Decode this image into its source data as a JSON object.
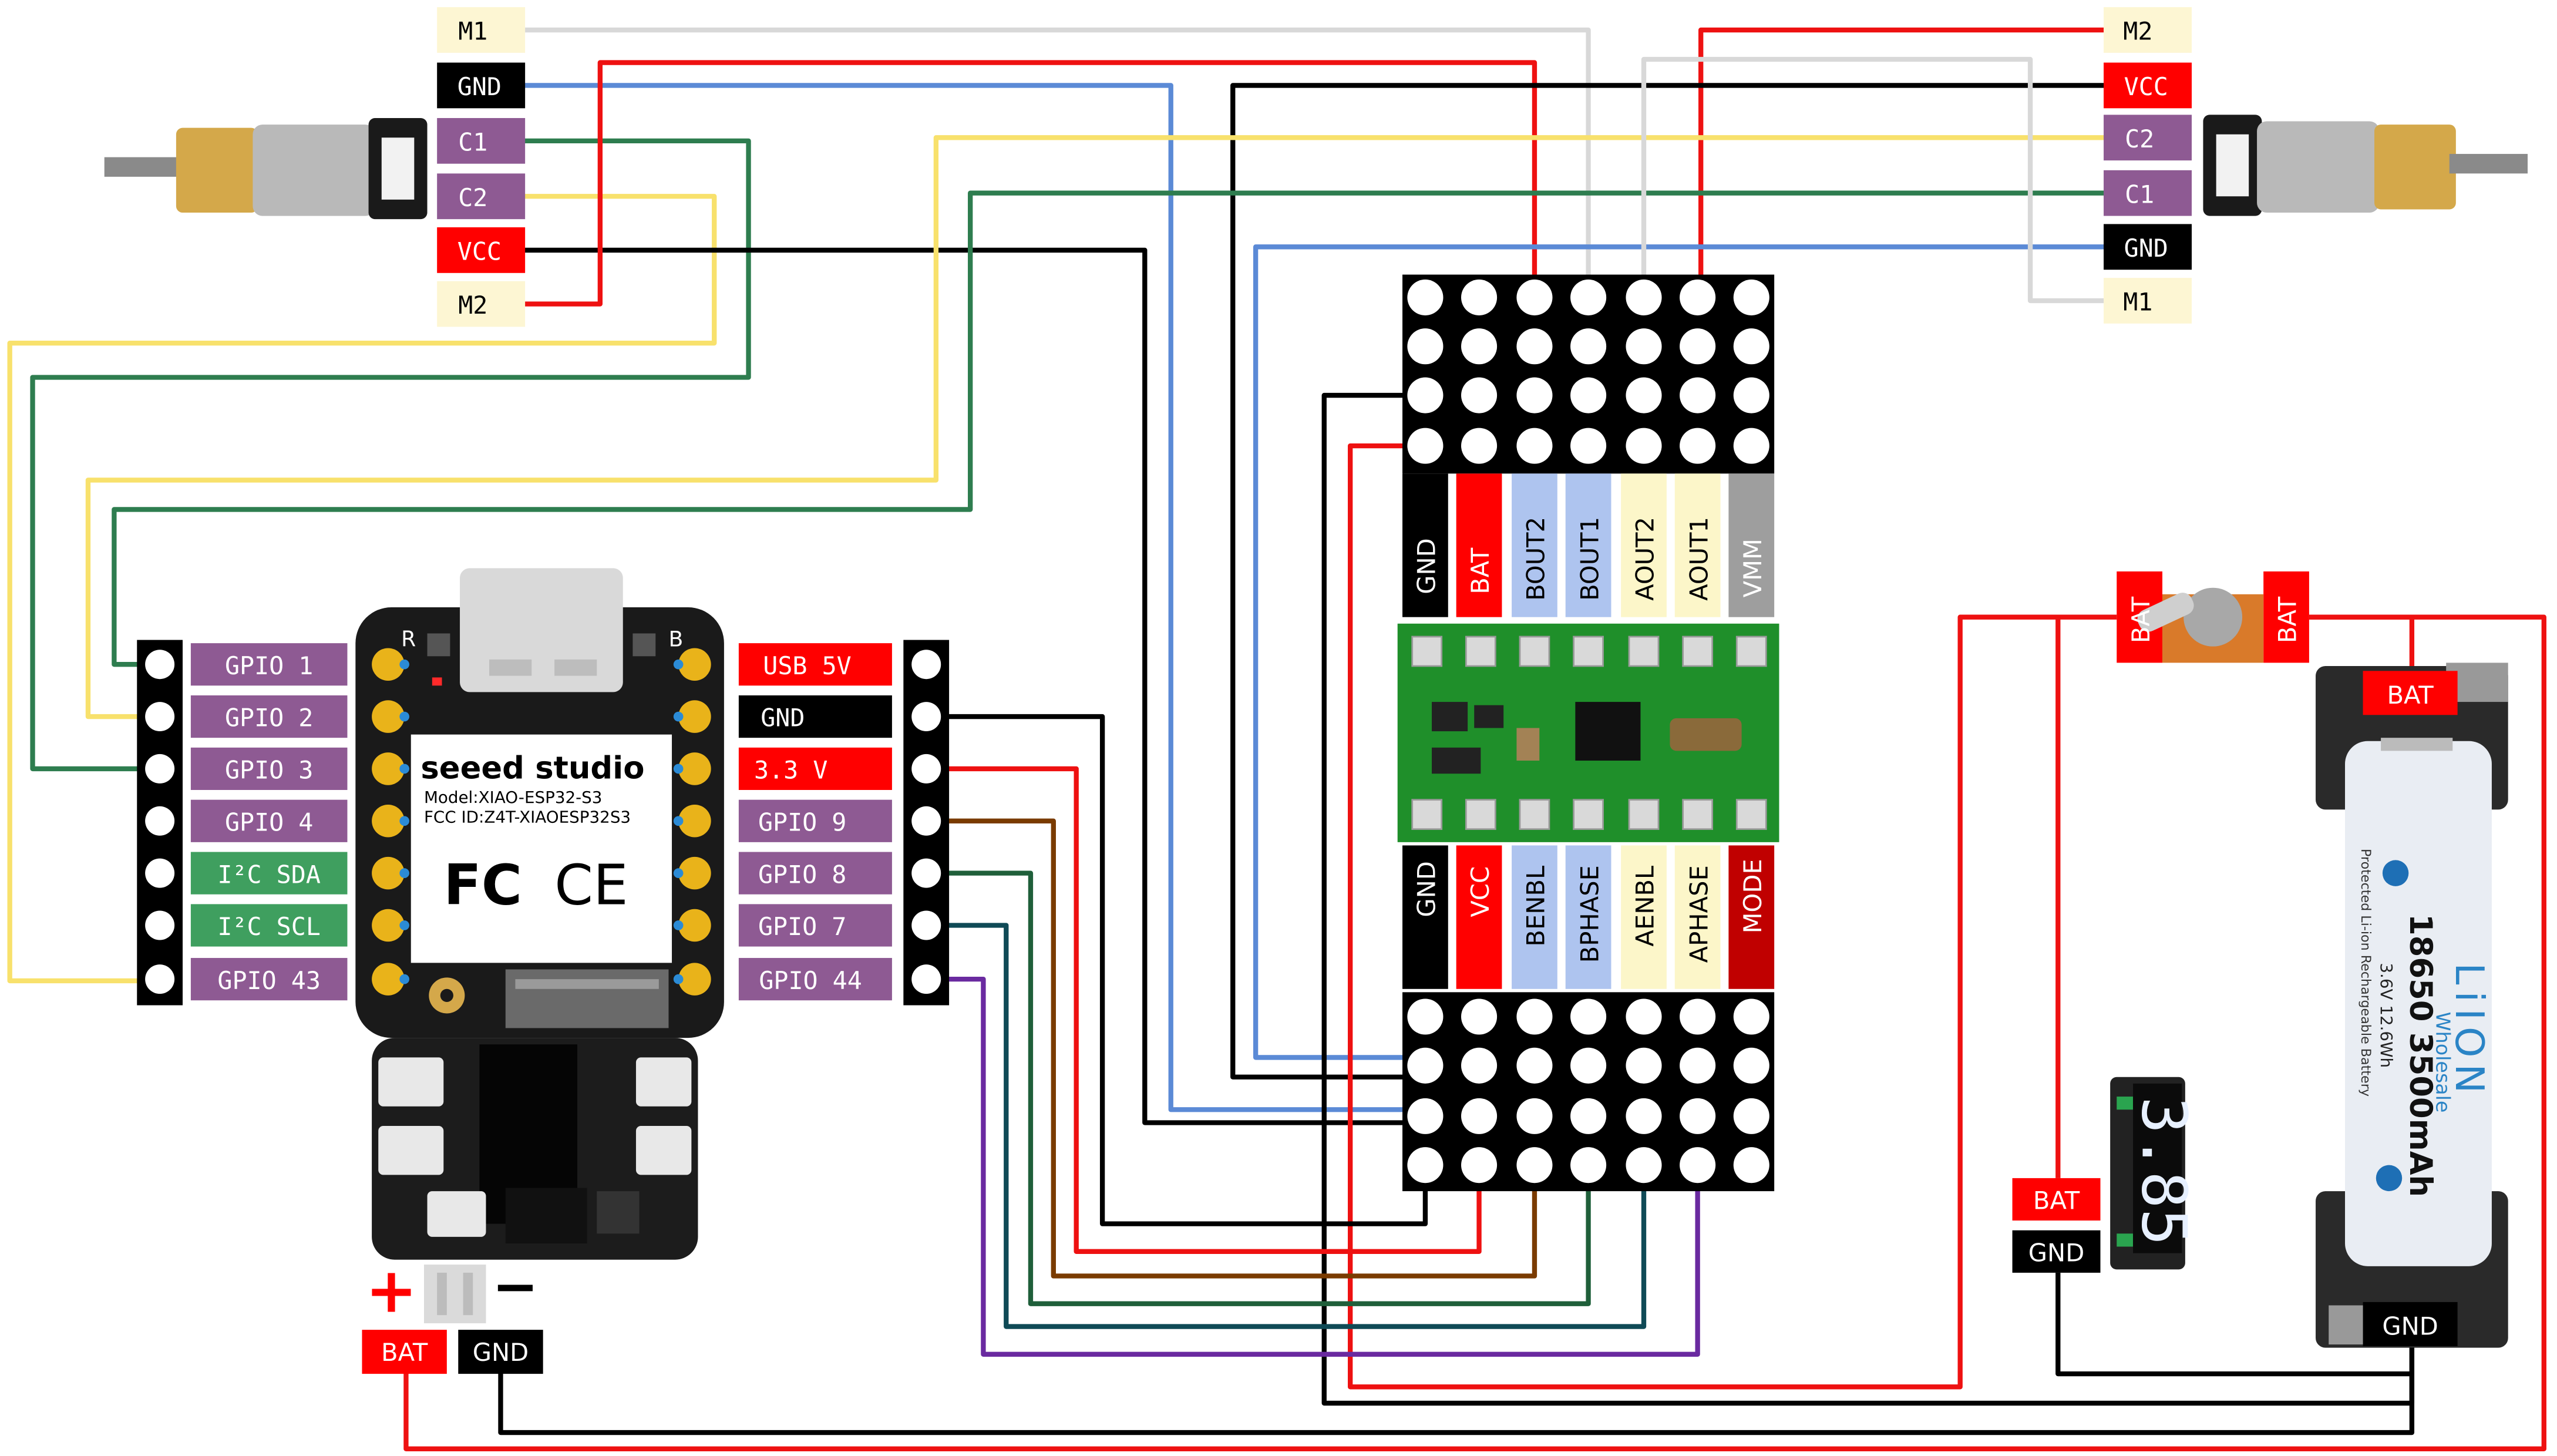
{
  "motor_left": {
    "pins": [
      "M1",
      "GND",
      "C1",
      "C2",
      "VCC",
      "M2"
    ]
  },
  "motor_right": {
    "pins": [
      "M2",
      "VCC",
      "C2",
      "C1",
      "GND",
      "M1"
    ]
  },
  "xiao": {
    "brand": "seeed studio",
    "model": "Model:XIAO-ESP32-S3",
    "fcc": "FCC ID:Z4T-XIAOESP32S3",
    "fc_mark": "FC",
    "ce_mark": "CE",
    "btn_r": "R",
    "btn_b": "B",
    "left_pins": [
      "GPIO 1",
      "GPIO 2",
      "GPIO 3",
      "GPIO 4",
      "I²C SDA",
      "I²C SCL",
      "GPIO 43"
    ],
    "right_pins": [
      "USB 5V",
      "GND",
      "3.3 V",
      "GPIO 9",
      "GPIO 8",
      "GPIO 7",
      "GPIO 44"
    ]
  },
  "battery_connector": {
    "plus": "+",
    "minus": "−",
    "bat_label": "BAT",
    "gnd_label": "GND"
  },
  "driver": {
    "top_labels": [
      "GND",
      "BAT",
      "BOUT2",
      "BOUT1",
      "AOUT2",
      "AOUT1",
      "VMM"
    ],
    "bottom_labels": [
      "GND",
      "VCC",
      "BENBL",
      "BPHASE",
      "AENBL",
      "APHASE",
      "MODE"
    ]
  },
  "switch": {
    "left_label": "BAT",
    "right_label": "BAT"
  },
  "battery": {
    "top_label": "BAT",
    "bottom_label": "GND",
    "type": "18650 3500mAh",
    "spec": "3.6V 12.6Wh",
    "desc": "Protected Li-ion Rechargeable Battery",
    "brand": "LiION",
    "sub": "Wholesale"
  },
  "voltmeter": {
    "reading": "3.85",
    "bat_label": "BAT",
    "gnd_label": "GND"
  },
  "colors": {
    "purple": "#8e5a93",
    "green": "#3f9f5f",
    "red": "#ff0000",
    "black": "#000000",
    "cream": "#fdf6d3",
    "lightblue": "#aec4ef",
    "lightyellow": "#fcf6c9",
    "gray": "#9e9e9e",
    "darkred": "#c00000"
  }
}
